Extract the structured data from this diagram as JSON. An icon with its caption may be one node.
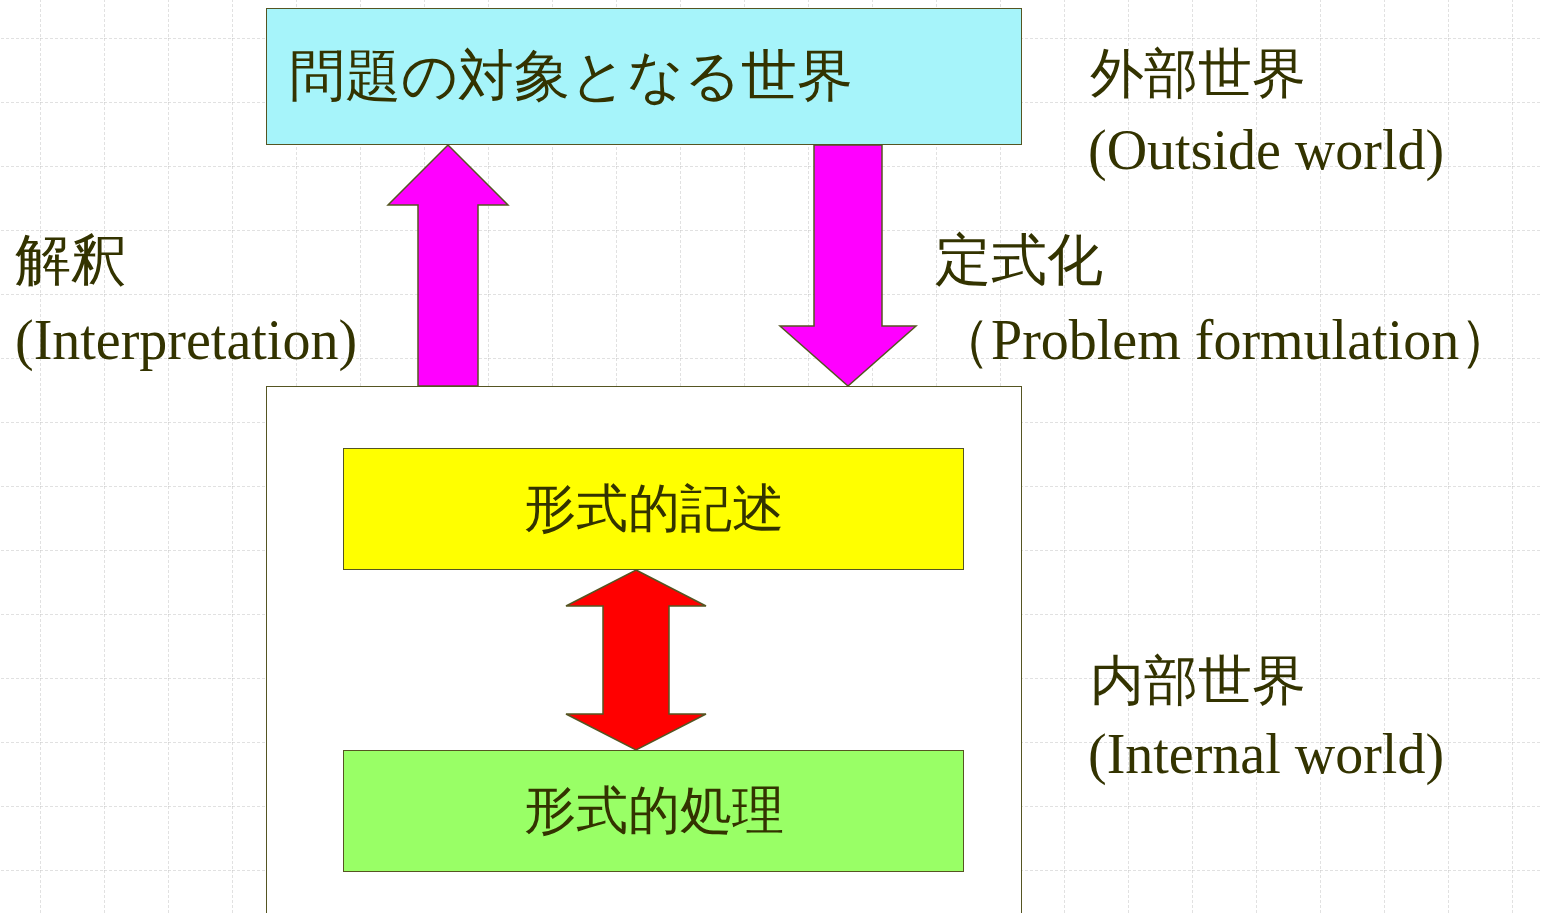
{
  "diagram": {
    "nodes": [
      {
        "text": [
          "問題の対象となる世界"
        ],
        "beside": [
          "外部世界",
          "(Outside world)"
        ]
      },
      {
        "text": [],
        "shape": "box",
        "beside": [
          "内部世界",
          "(Internal world)"
        ]
      },
      {
        "text": [
          "形式的記述"
        ],
        "in": 1
      },
      {
        "text": [
          "形式的処理"
        ],
        "in": 1
      }
    ],
    "edges": [
      {
        "from": 1,
        "to": 0,
        "arrow": "to",
        "label": "解釈 (Interpretation)",
        "style": "thick",
        "color": "#ff00ff"
      },
      {
        "from": 0,
        "to": 1,
        "arrow": "to",
        "label": "定式化（Problem formulation）",
        "style": "thick",
        "color": "#ff00ff"
      },
      {
        "from": 2,
        "to": 3,
        "arrow": "both",
        "style": "thick",
        "color": "#ff0000"
      }
    ]
  }
}
